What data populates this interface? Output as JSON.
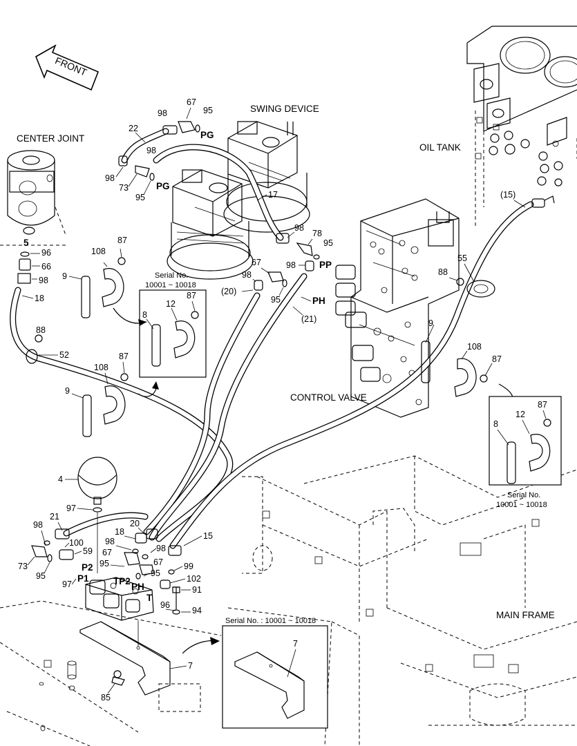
{
  "labels": {
    "front": "FRONT",
    "center_joint": "CENTER JOINT",
    "swing_device": "SWING DEVICE",
    "oil_tank": "OIL TANK",
    "control_valve": "CONTROL VALVE",
    "main_frame": "MAIN FRAME"
  },
  "serial_notes": {
    "left_inset": [
      "Serial No.",
      "10001 ~ 10018"
    ],
    "right_inset": [
      "Serial No.",
      "10001 ~ 10018"
    ],
    "bottom_inset": "Serial No. : 10001 ~ 10018"
  },
  "ports": {
    "pg_upper": "PG",
    "pg_lower": "PG",
    "pp": "PP",
    "ph_valve": "PH",
    "p2": "P2",
    "p1": "P1",
    "tp2": "TP2",
    "ph_block": "PH",
    "t": "T"
  },
  "part_numbers": {
    "n5": "5",
    "n96": "96",
    "n66": "66",
    "n98_cj": "98",
    "n18": "18",
    "n88_l": "88",
    "n52": "52",
    "n9_a": "9",
    "n108_a": "108",
    "n87_a": "87",
    "n9_b": "9",
    "n108_b": "108",
    "n87_b": "87",
    "in_l_8": "8",
    "in_l_12": "12",
    "in_l_87": "87",
    "n22": "22",
    "n98_t1": "98",
    "n67_t": "67",
    "n95_t": "95",
    "n98_t2": "98",
    "n98_t3": "98",
    "n73_t": "73",
    "n95_t2": "95",
    "n17": "17",
    "n98_m": "98",
    "n78": "78",
    "n95_m": "95",
    "n98_m2": "98",
    "n67_m": "67",
    "n98_m3": "98",
    "n20p": "(20)",
    "n95_m2": "95",
    "n21p": "(21)",
    "n15p": "(15)",
    "n55": "55",
    "n88_r": "88",
    "n9_r": "9",
    "n108_r": "108",
    "n87_r": "87",
    "in_r_8": "8",
    "in_r_12": "12",
    "in_r_87": "87",
    "n4": "4",
    "n97": "97",
    "n21": "21",
    "n98_b1": "98",
    "n100": "100",
    "n59": "59",
    "n73_b": "73",
    "n95_b": "95",
    "n97_b": "97",
    "n20": "20",
    "n98_b2": "98",
    "n67_b1": "67",
    "n95_b2": "95",
    "n98_b3": "98",
    "n67_b2": "67",
    "n95_b3": "95",
    "n15": "15",
    "n99": "99",
    "n102": "102",
    "n91": "91",
    "n96_b": "96",
    "n94": "94",
    "n7": "7",
    "n85": "85",
    "n7_inset": "7"
  }
}
